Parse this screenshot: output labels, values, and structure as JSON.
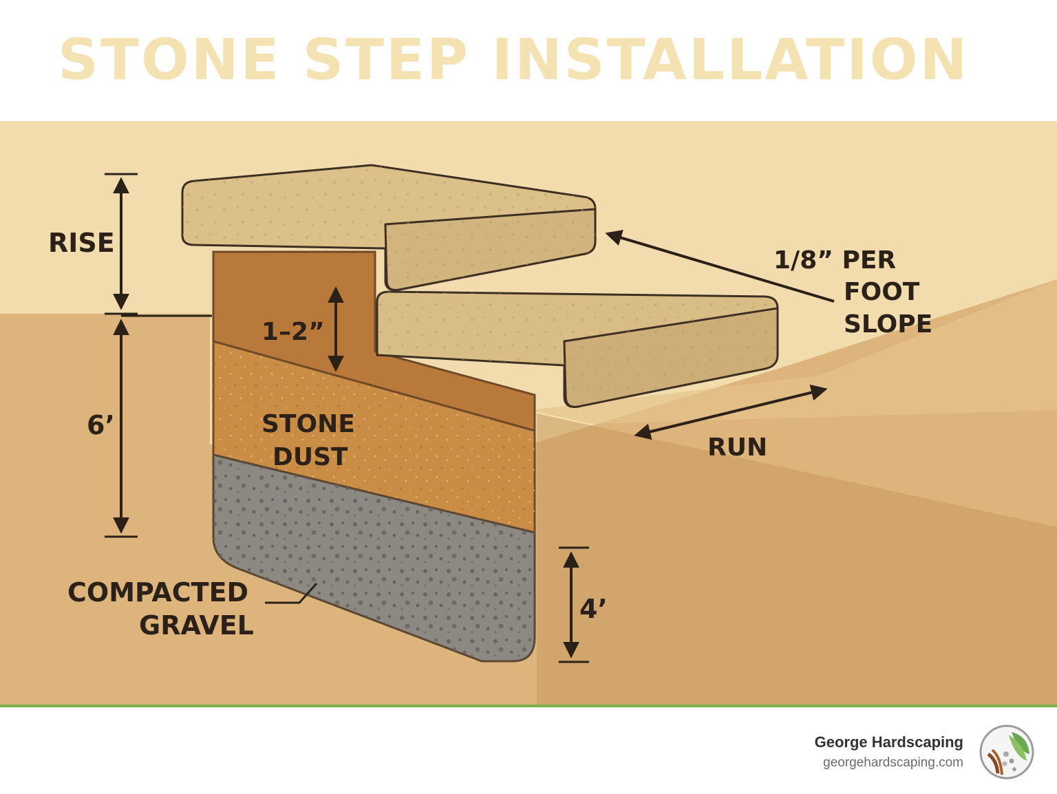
{
  "title": "STONE STEP INSTALLATION",
  "labels": {
    "rise": "RISE",
    "depth_top": "6’",
    "setting_bed": "1–2”",
    "stone_dust_1": "STONE",
    "stone_dust_2": "DUST",
    "gravel_1": "COMPACTED",
    "gravel_2": "GRAVEL",
    "gravel_depth": "4’",
    "slope_1": "1/8” PER",
    "slope_2": "FOOT",
    "slope_3": "SLOPE",
    "run": "RUN"
  },
  "brand": {
    "name": "George Hardscaping",
    "url": "georgehardscaping.com"
  },
  "colors": {
    "title": "#f4e2b2",
    "sky": "#f2dcae",
    "ground": "#dcb47c",
    "stone": "#dcc08a",
    "stone_dust": "#c98d45",
    "gravel": "#8c8882",
    "accent_green": "#7aae4f"
  },
  "icons": [
    "arrow-icon",
    "logo-icon"
  ]
}
